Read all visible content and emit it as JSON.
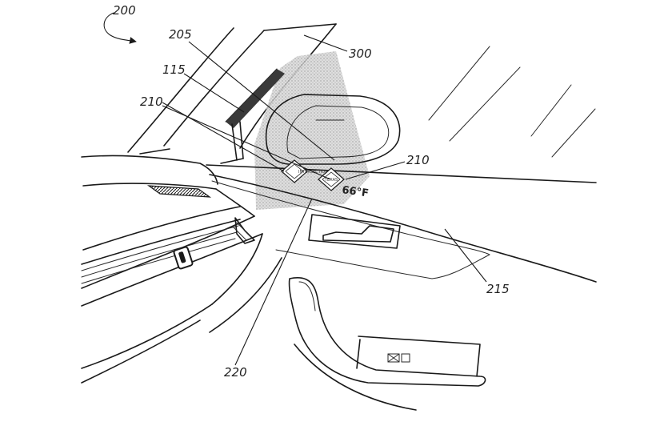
{
  "figure": {
    "labels": {
      "fig": "200",
      "screen": "205",
      "camera": "115",
      "image_left": "210",
      "image_right": "210",
      "projection": "300",
      "window": "215",
      "panel": "220"
    },
    "display": {
      "sign_one_text": "INTERSECTION",
      "sign_two_text": "TEXAS",
      "temperature": "66°F"
    }
  }
}
